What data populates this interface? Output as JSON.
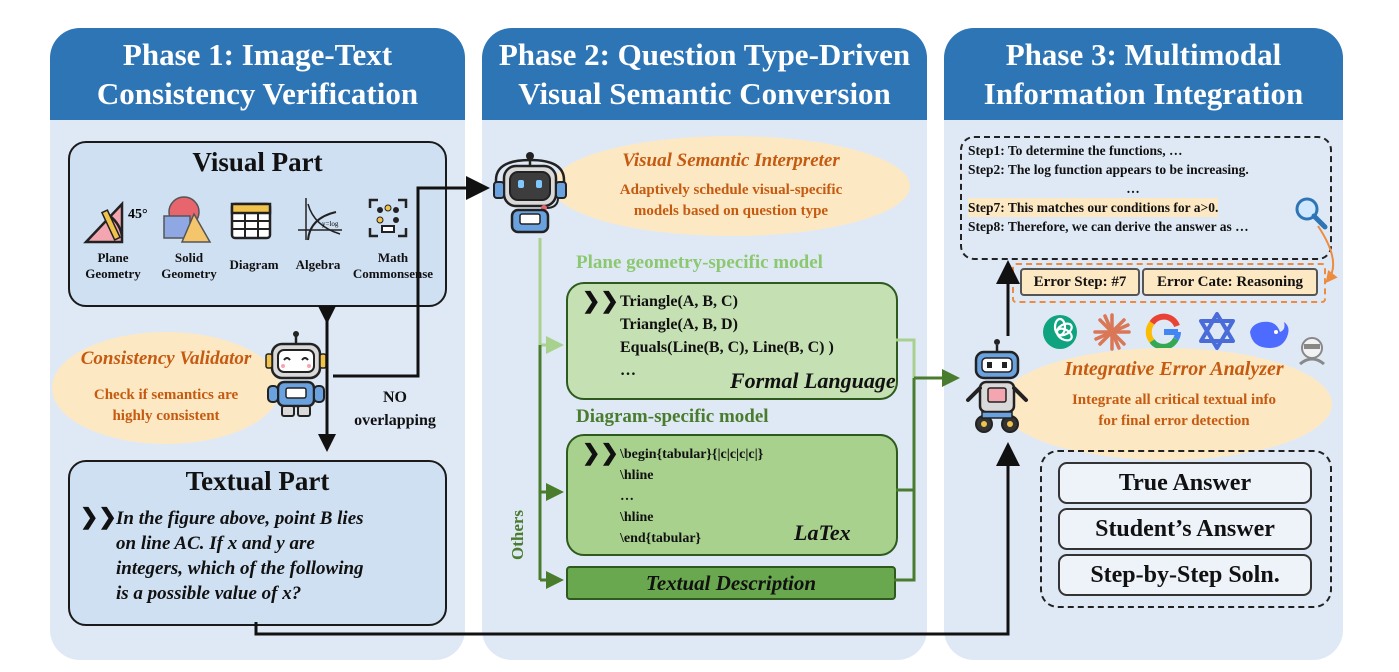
{
  "phase1": {
    "title_line1": "Phase 1: Image-Text",
    "title_line2": "Consistency Verification",
    "visual_part": {
      "title": "Visual Part",
      "categories": [
        {
          "label_line1": "Plane",
          "label_line2": "Geometry",
          "icon": "plane-geometry-icon"
        },
        {
          "label_line1": "Solid",
          "label_line2": "Geometry",
          "icon": "solid-geometry-icon"
        },
        {
          "label_line1": "Diagram",
          "label_line2": "",
          "icon": "diagram-table-icon"
        },
        {
          "label_line1": "Algebra",
          "label_line2": "",
          "icon": "algebra-graph-icon"
        },
        {
          "label_line1": "Math",
          "label_line2": "Commonsense",
          "icon": "math-commonsense-icon"
        }
      ],
      "angle_label": "45°",
      "graph_label": "y=log"
    },
    "validator": {
      "title": "Consistency Validator",
      "desc_line1": "Check if semantics are",
      "desc_line2": "highly consistent"
    },
    "no_overlap_line1": "NO",
    "no_overlap_line2": "overlapping",
    "textual_part": {
      "title": "Textual Part",
      "question_line1": "In the figure above, point B lies",
      "question_line2": "on line AC. If x and y are",
      "question_line3": "integers, which of the following",
      "question_line4": "is a possible value of x?"
    }
  },
  "phase2": {
    "title_line1": "Phase 2: Question Type-Driven",
    "title_line2": "Visual Semantic Conversion",
    "interpreter": {
      "title": "Visual Semantic Interpreter",
      "desc_line1": "Adaptively schedule visual-specific",
      "desc_line2": "models based on question type"
    },
    "plane_model_label": "Plane geometry-specific model",
    "formal_language": {
      "lines": [
        "Triangle(A, B, C)",
        "Triangle(A, B, D)",
        "Equals(Line(B, C), Line(B, C) )",
        "…"
      ],
      "label": "Formal Language"
    },
    "diagram_model_label": "Diagram-specific model",
    "latex": {
      "lines": [
        "\\begin{tabular}{|c|c|c|c|}",
        "\\hline",
        "…",
        "\\hline",
        "\\end{tabular}"
      ],
      "label": "LaTex"
    },
    "others_label": "Others",
    "textual_description": "Textual Description"
  },
  "phase3": {
    "title_line1": "Phase 3: Multimodal",
    "title_line2": "Information Integration",
    "steps": [
      "Step1: To determine the functions, …",
      "Step2: The log function appears to be increasing.",
      "…",
      "Step7: This matches our conditions for a>0.",
      "Step8: Therefore, we can derive the answer as …"
    ],
    "error_step": "Error Step: #7",
    "error_cate": "Error Cate: Reasoning",
    "analyzer": {
      "title": "Integrative Error Analyzer",
      "desc_line1": "Integrate all critical textual info",
      "desc_line2": "for final error detection"
    },
    "model_logos": [
      "openai-logo-icon",
      "claude-logo-icon",
      "google-logo-icon",
      "gemini-like-logo-icon",
      "deepseek-logo-icon",
      "other-model-logo-icon"
    ],
    "answers": [
      "True Answer",
      "Student’s Answer",
      "Step-by-Step Soln."
    ]
  },
  "colors": {
    "header_blue": "#2e75b6",
    "panel_bg": "#dfe9f5",
    "accent_orange": "#c55a11",
    "ellipse_fill": "#fde8c4",
    "light_green": "#9fd08a",
    "dark_green": "#4a7c2e"
  }
}
